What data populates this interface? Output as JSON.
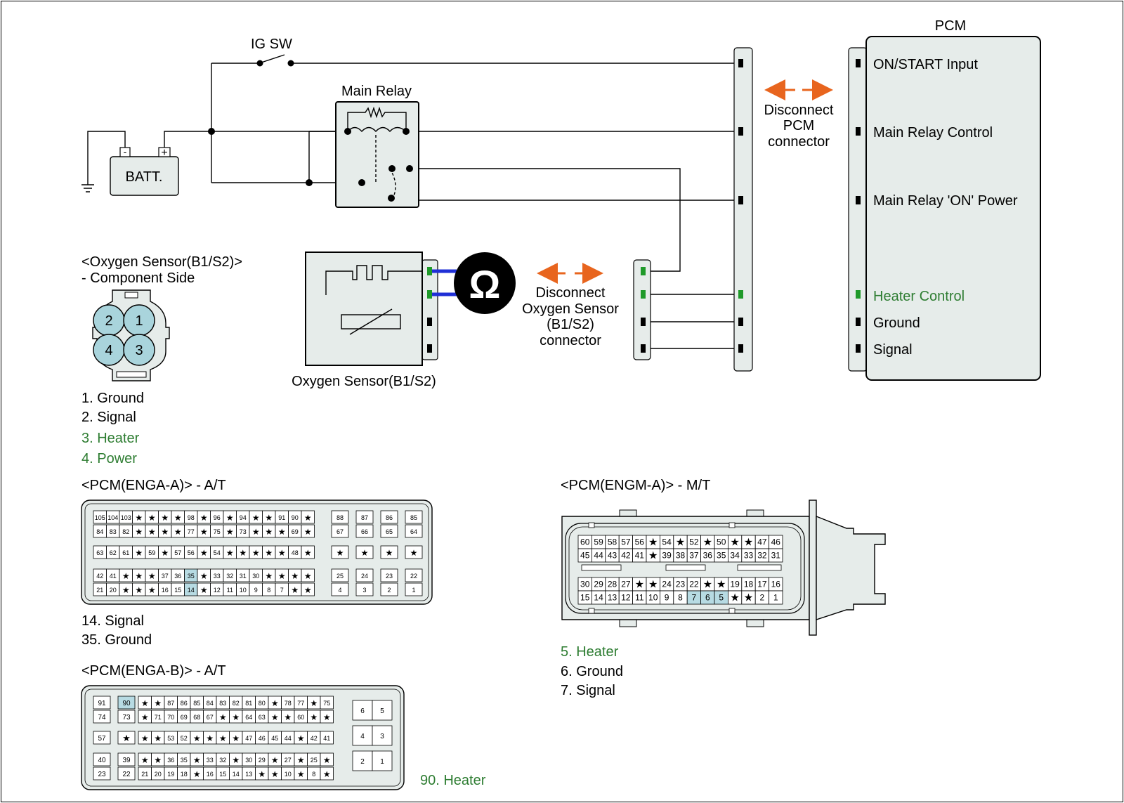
{
  "labels": {
    "ig_sw": "IG SW",
    "main_relay": "Main Relay",
    "batt": "BATT.",
    "pcm": "PCM",
    "disconnect_pcm": [
      "Disconnect",
      "PCM",
      "connector"
    ],
    "disconnect_o2": [
      "Disconnect",
      "Oxygen Sensor",
      "(B1/S2)",
      "connector"
    ],
    "o2_sensor": "Oxygen Sensor(B1/S2)",
    "ohm_symbol": "Ω"
  },
  "pcm_pins": [
    {
      "label": "ON/START Input",
      "highlight": false
    },
    {
      "label": "Main Relay Control",
      "highlight": false
    },
    {
      "label": "Main Relay 'ON' Power",
      "highlight": false
    },
    {
      "label": "Heater Control",
      "highlight": true
    },
    {
      "label": "Ground",
      "highlight": false
    },
    {
      "label": "Signal",
      "highlight": false
    }
  ],
  "o2_connector": {
    "title": "<Oxygen Sensor(B1/S2)>",
    "subtitle": "- Component Side",
    "pin_numbers": [
      "2",
      "1",
      "4",
      "3"
    ],
    "legend": [
      {
        "text": "1. Ground",
        "highlight": false
      },
      {
        "text": "2. Signal",
        "highlight": false
      },
      {
        "text": "3. Heater",
        "highlight": true
      },
      {
        "text": "4. Power",
        "highlight": true
      }
    ]
  },
  "enga_a": {
    "title": "<PCM(ENGA-A)> - A/T",
    "rows": [
      [
        "105",
        "104",
        "103",
        "★",
        "★",
        "★",
        "★",
        "98",
        "★",
        "96",
        "★",
        "94",
        "★",
        "★",
        "91",
        "90",
        "★"
      ],
      [
        "84",
        "83",
        "82",
        "★",
        "★",
        "★",
        "★",
        "77",
        "★",
        "75",
        "★",
        "73",
        "★",
        "★",
        "★",
        "69",
        "★"
      ],
      [
        "63",
        "62",
        "61",
        "★",
        "59",
        "★",
        "57",
        "56",
        "★",
        "54",
        "★",
        "★",
        "★",
        "★",
        "★",
        "48",
        "★"
      ],
      [
        "42",
        "41",
        "★",
        "★",
        "★",
        "37",
        "36",
        "35",
        "★",
        "33",
        "32",
        "31",
        "30",
        "★",
        "★",
        "★",
        "★"
      ],
      [
        "21",
        "20",
        "★",
        "★",
        "★",
        "16",
        "15",
        "14",
        "★",
        "12",
        "11",
        "10",
        "9",
        "8",
        "7",
        "★",
        "★"
      ]
    ],
    "right_rows": [
      [
        "88",
        "87",
        "86",
        "85"
      ],
      [
        "67",
        "66",
        "65",
        "64"
      ],
      [
        "★",
        "★",
        "★",
        "★"
      ],
      [
        "25",
        "24",
        "23",
        "22"
      ],
      [
        "4",
        "3",
        "2",
        "1"
      ]
    ],
    "highlights": [
      "35",
      "14"
    ],
    "legend": [
      "14. Signal",
      "35. Ground"
    ]
  },
  "enga_b": {
    "title": "<PCM(ENGA-B)> - A/T",
    "left_rows": [
      [
        "91",
        "90"
      ],
      [
        "74",
        "73"
      ],
      [
        "57",
        "★"
      ],
      [
        "40",
        "39"
      ],
      [
        "23",
        "22"
      ]
    ],
    "rows": [
      [
        "★",
        "★",
        "87",
        "86",
        "85",
        "84",
        "83",
        "82",
        "81",
        "80",
        "★",
        "78",
        "77",
        "★",
        "75"
      ],
      [
        "★",
        "71",
        "70",
        "69",
        "68",
        "67",
        "★",
        "★",
        "64",
        "63",
        "★",
        "★",
        "60",
        "★",
        "★"
      ],
      [
        "★",
        "★",
        "53",
        "52",
        "★",
        "★",
        "★",
        "★",
        "47",
        "46",
        "45",
        "44",
        "★",
        "42",
        "41"
      ],
      [
        "★",
        "★",
        "36",
        "35",
        "★",
        "33",
        "32",
        "★",
        "30",
        "29",
        "★",
        "27",
        "★",
        "25",
        "★"
      ],
      [
        "21",
        "20",
        "19",
        "18",
        "★",
        "16",
        "15",
        "14",
        "13",
        "★",
        "★",
        "10",
        "★",
        "8",
        "★"
      ]
    ],
    "right_rows": [
      [
        "6",
        "5"
      ],
      [
        "4",
        "3"
      ],
      [
        "2",
        "1"
      ]
    ],
    "highlights": [
      "90"
    ],
    "legend": "90. Heater"
  },
  "engm_a": {
    "title": "<PCM(ENGM-A)> - M/T",
    "rows": [
      [
        "60",
        "59",
        "58",
        "57",
        "56",
        "★",
        "54",
        "★",
        "52",
        "★",
        "50",
        "★",
        "★",
        "47",
        "46"
      ],
      [
        "45",
        "44",
        "43",
        "42",
        "41",
        "★",
        "39",
        "38",
        "37",
        "36",
        "35",
        "34",
        "33",
        "32",
        "31"
      ],
      [
        "30",
        "29",
        "28",
        "27",
        "★",
        "★",
        "24",
        "23",
        "22",
        "★",
        "★",
        "19",
        "18",
        "17",
        "16"
      ],
      [
        "15",
        "14",
        "13",
        "12",
        "11",
        "10",
        "9",
        "8",
        "7",
        "6",
        "5",
        "★",
        "★",
        "2",
        "1"
      ]
    ],
    "highlights": [
      "7",
      "6",
      "5"
    ],
    "legend": [
      {
        "text": "5. Heater",
        "highlight": true
      },
      {
        "text": "6. Ground",
        "highlight": false
      },
      {
        "text": "7. Signal",
        "highlight": false
      }
    ]
  },
  "colors": {
    "highlight_text": "#2e7d32",
    "pin_fill": "#a9d4dc",
    "cell_fill": "#b7dbe3",
    "arrow": "#e8651e",
    "wire_blue": "#1f2fd6",
    "pin_green": "#1f9a2a",
    "body_fill": "#e6ecea"
  }
}
